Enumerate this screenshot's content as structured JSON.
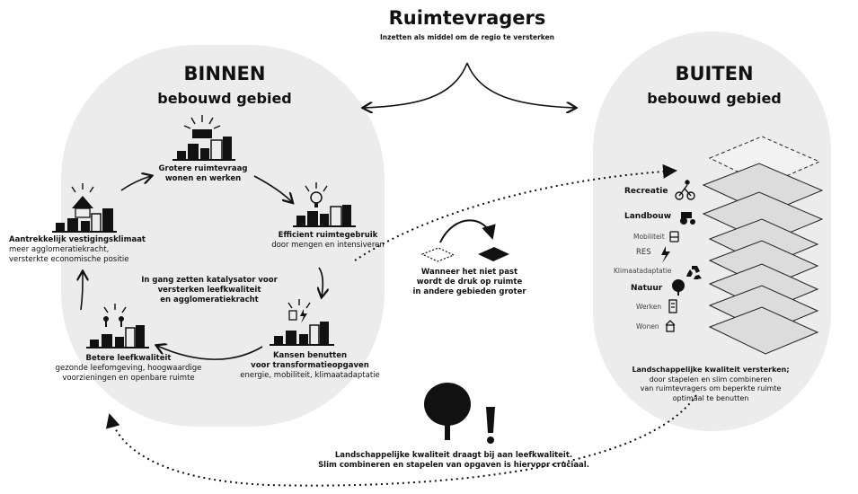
{
  "header": {
    "title": "Ruimtevragers",
    "subtitle": "Inzetten als middel om de regio te versterken"
  },
  "binnen": {
    "title": "BINNEN",
    "subtitle": "bebouwd gebied",
    "steps": [
      {
        "bold": "Grotere ruimtevraag",
        "bold2": "wonen en werken",
        "text": ""
      },
      {
        "bold": "Efficient ruimtegebruik",
        "text": "door mengen en intensiveren"
      },
      {
        "bold": "Kansen benutten",
        "bold2": "voor transformatieopgaven",
        "text": "energie, mobiliteit, klimaatadaptatie"
      },
      {
        "bold": "Betere leefkwaliteit",
        "text": "gezonde leefomgeving, hoogwaardige",
        "text2": "voorzieningen en openbare ruimte"
      },
      {
        "bold": "Aantrekkelijk vestigingsklimaat",
        "text": "meer agglomeratiekracht,",
        "text2": "versterkte economische positie"
      }
    ],
    "center_lines": [
      "In gang zetten katalysator voor",
      "versterken leefkwaliteit",
      "en agglomeratiekracht"
    ]
  },
  "buiten": {
    "title": "BUITEN",
    "subtitle": "bebouwd gebied",
    "layers": [
      {
        "label": "Recreatie",
        "bold": true,
        "icon": "bicycle-icon"
      },
      {
        "label": "Landbouw",
        "bold": true,
        "icon": "tractor-icon"
      },
      {
        "label": "Mobiliteit",
        "bold": false,
        "icon": "bus-icon"
      },
      {
        "label": "RES",
        "bold": false,
        "icon": "lightning-icon"
      },
      {
        "label": "Klimaatadaptatie",
        "bold": false,
        "icon": "recycle-icon"
      },
      {
        "label": "Natuur",
        "bold": true,
        "icon": "tree-icon"
      },
      {
        "label": "Werken",
        "bold": false,
        "icon": "office-icon"
      },
      {
        "label": "Wonen",
        "bold": false,
        "icon": "house-icon"
      }
    ],
    "caption_bold": "Landschappelijke kwaliteit versterken;",
    "caption_lines": [
      "door stapelen en slim combineren",
      "van ruimtevragers om beperkte ruimte",
      "optimaal te benutten"
    ]
  },
  "middle": {
    "lines": [
      "Wanneer het niet past",
      "wordt de druk op ruimte",
      "in andere gebieden groter"
    ]
  },
  "footer": {
    "lines": [
      "Landschappelijke kwaliteit draagt bij aan leefkwaliteit.",
      "Slim combineren en stapelen van opgaven is hiervoor cruciaal."
    ]
  },
  "colors": {
    "pill": "#ececec",
    "ink": "#111111",
    "layer_fill": "#dcdcdc"
  }
}
